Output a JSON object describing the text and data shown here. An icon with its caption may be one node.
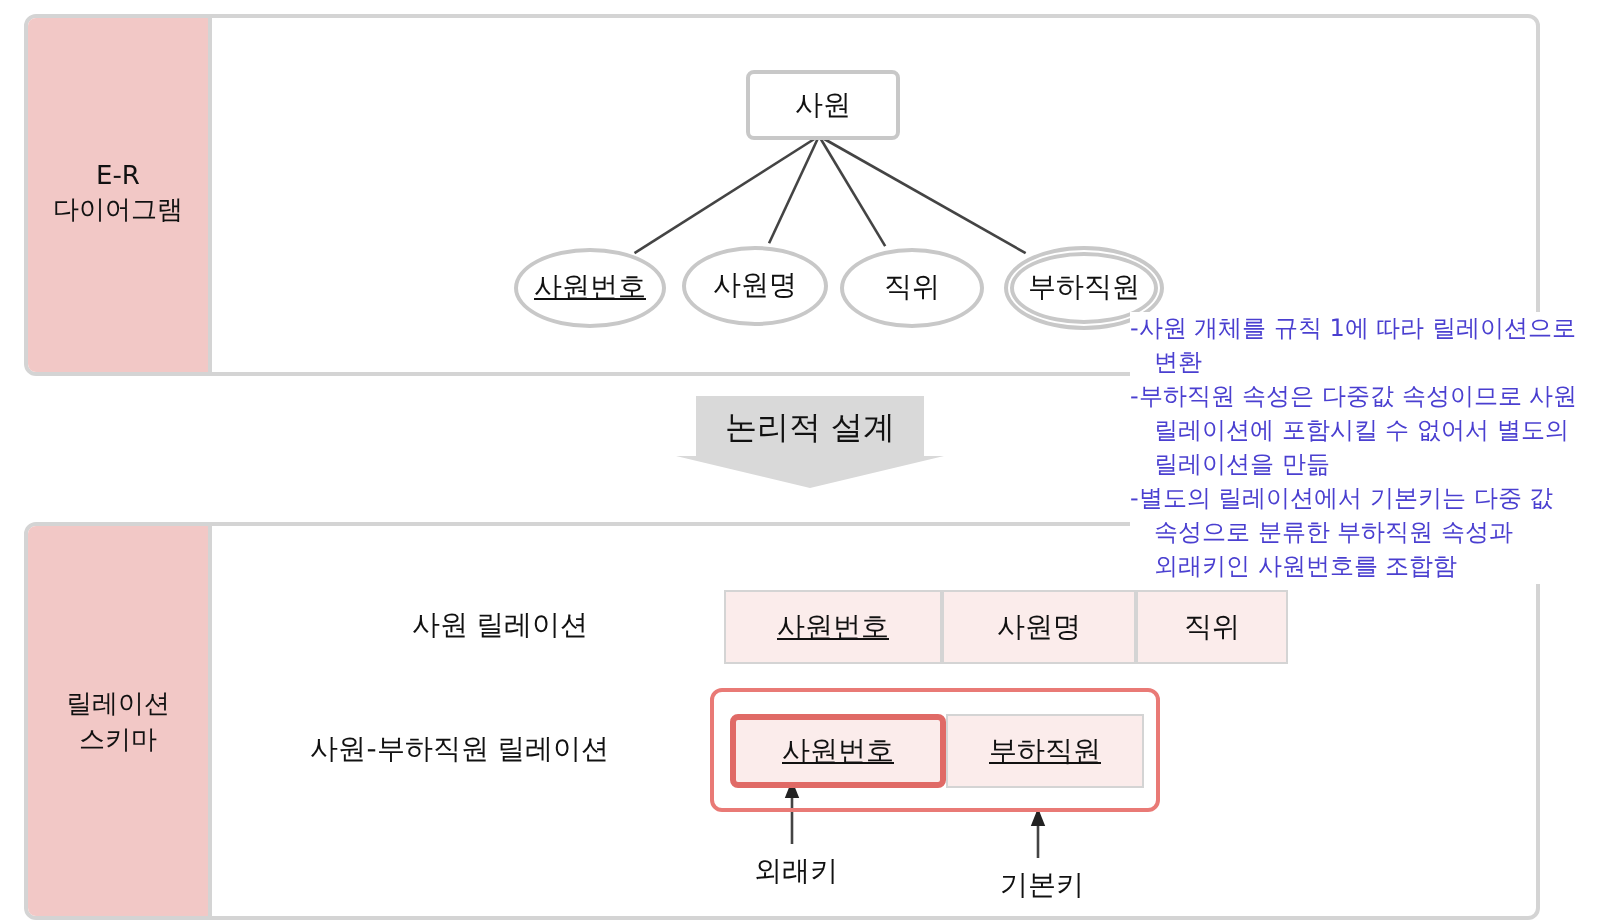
{
  "diagram": {
    "nodes": [
      {
        "text": [
          "E-R 다이어그램"
        ]
      },
      {
        "text": [
          "사원"
        ],
        "in": 0
      },
      {
        "text": [
          "사원번호"
        ],
        "in": 0
      },
      {
        "text": [
          "사원명"
        ],
        "in": 0
      },
      {
        "text": [
          "직위"
        ],
        "in": 0
      },
      {
        "text": [
          "부하직원"
        ],
        "in": 0
      },
      {
        "text": [
          "논리적 설계"
        ]
      },
      {
        "text": [
          "릴레이션 스키마"
        ]
      },
      {
        "text": [
          "사원번호"
        ],
        "in": 7
      },
      {
        "text": [
          "사원명"
        ],
        "in": 7
      },
      {
        "text": [
          "직위"
        ],
        "in": 7
      },
      {
        "text": [],
        "shape": "box",
        "in": 7
      },
      {
        "text": [
          "사원번호"
        ],
        "in": 11
      },
      {
        "text": [
          "부하직원"
        ],
        "in": 11
      },
      {
        "text": [
          "외래키"
        ],
        "in": 7
      },
      {
        "text": [
          "기본키"
        ],
        "in": 7
      }
    ],
    "edges": [
      {
        "from": 1,
        "to": 2,
        "arrow": "none"
      },
      {
        "from": 1,
        "to": 3,
        "arrow": "none"
      },
      {
        "from": 1,
        "to": 4,
        "arrow": "none"
      },
      {
        "from": 1,
        "to": 5,
        "arrow": "none"
      },
      {
        "from": 14,
        "to": 12,
        "arrow": "to"
      },
      {
        "from": 15,
        "to": 11,
        "arrow": "to"
      }
    ],
    "labels": [
      "-사원 개체를 규칙 1에 따라 릴레이션으로 변환",
      "-부하직원 속성은 다중값 속성이므로 사원 릴레이션에 포함시킬 수 없어서 별도의 릴레이션을 만듦",
      "-별도의 릴레이션에서 기본키는 다중 값 속성으로 분류한 부하직원 속성과 외래키인 사원번호를 조합함",
      "사원 릴레이션",
      "사원-부하직원 릴레이션"
    ]
  }
}
